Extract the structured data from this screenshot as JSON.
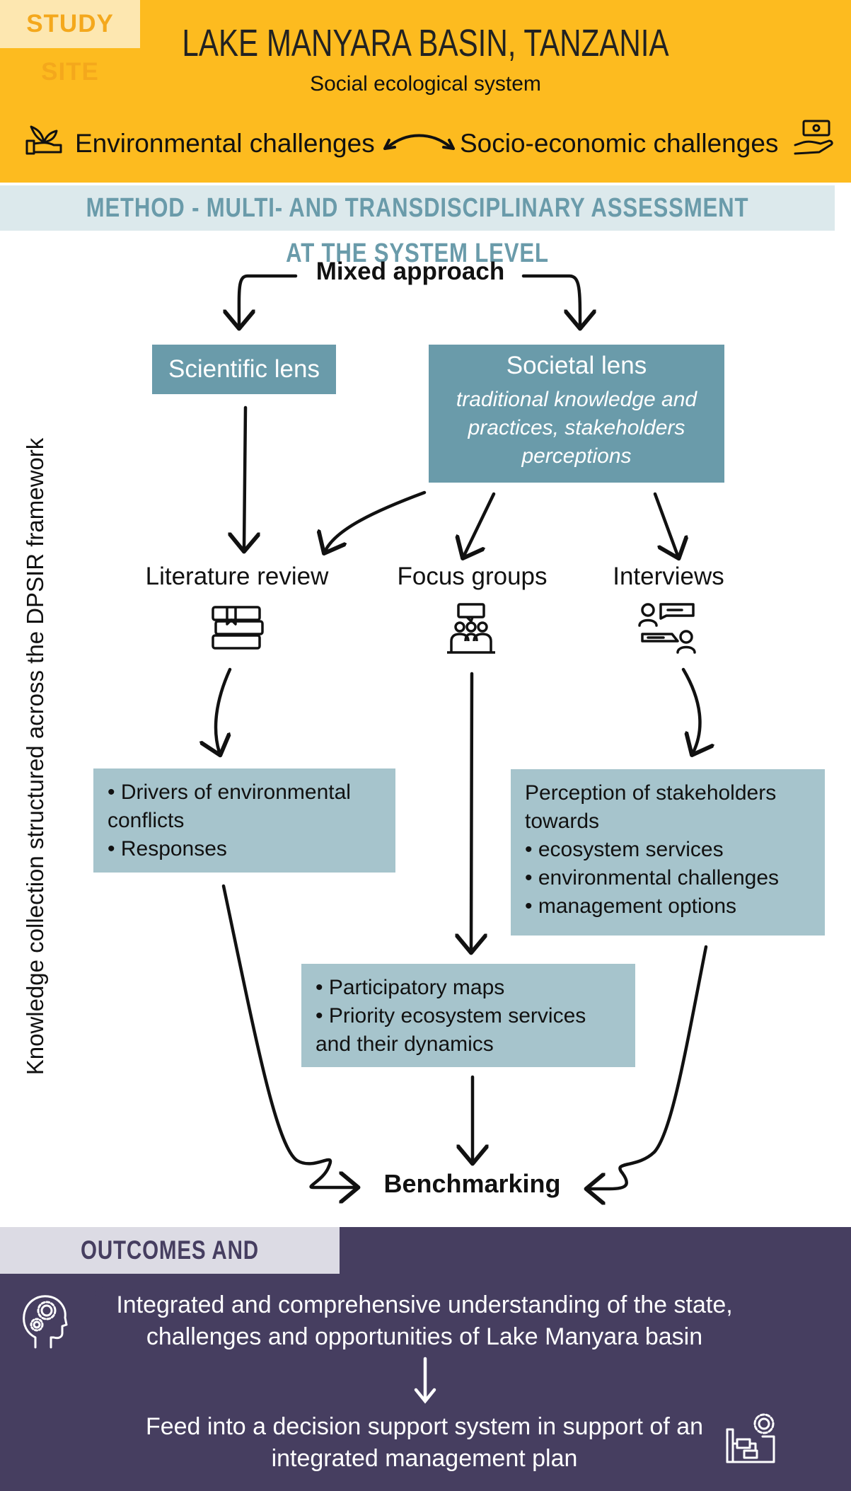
{
  "study_site": {
    "tag": "STUDY SITE",
    "title": "LAKE MANYARA BASIN, TANZANIA",
    "subtitle": "Social ecological system",
    "env_challenges": "Environmental challenges",
    "socio_challenges": "Socio-economic challenges"
  },
  "method": {
    "label": "METHOD - MULTI- AND TRANSDISCIPLINARY ASSESSMENT AT THE SYSTEM LEVEL",
    "vertical_label": "Knowledge collection structured across the DPSIR framework",
    "mixed": "Mixed approach",
    "scientific_lens": "Scientific lens",
    "societal_lens": {
      "title": "Societal lens",
      "subtitle": "traditional knowledge and practices, stakeholders perceptions"
    },
    "literature": "Literature review",
    "focus_groups": "Focus groups",
    "interviews": "Interviews",
    "lit_box": [
      "• Drivers of environmental conflicts",
      "• Responses"
    ],
    "perception_box": [
      "Perception of stakeholders towards",
      "• ecosystem services",
      "• environmental challenges",
      "• management options"
    ],
    "participatory_box": [
      "• Participatory maps",
      "• Priority ecosystem services and their dynamics"
    ],
    "benchmarking": "Benchmarking"
  },
  "outcomes": {
    "label": "OUTCOMES AND PERSPECTIVES",
    "text1": "Integrated and comprehensive understanding of the state, challenges and opportunities of Lake Manyara basin",
    "text2": "Feed into a decision support system in support of an integrated management plan"
  },
  "colors": {
    "yellow": "#FDBB1F",
    "teal": "#6A9BAA",
    "light_teal": "#A6C4CC",
    "purple": "#463E60"
  }
}
